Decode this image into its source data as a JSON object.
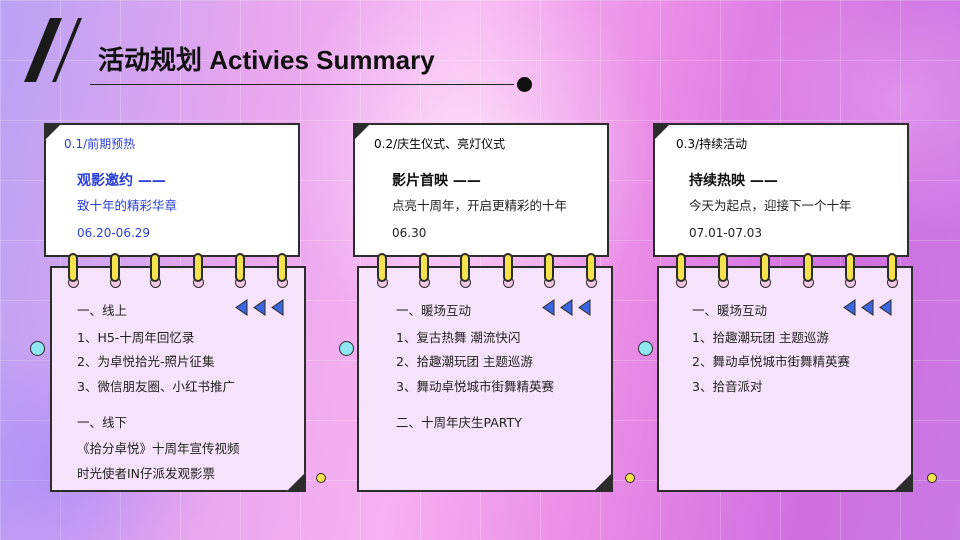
{
  "title": "活动规划 Activies Summary",
  "cards": [
    {
      "tag": "0.1/前期预热",
      "heading": "观影邀约 ——",
      "subtitle": "致十年的精彩华章",
      "date": "06.20-06.29",
      "lines": [
        "一、线上",
        "1、H5-十周年回忆录",
        "2、为卓悦拾光-照片征集",
        "3、微信朋友圈、小红书推广",
        "一、线下",
        "《拾分卓悦》十周年宣传视频",
        "时光使者IN仔派发观影票"
      ]
    },
    {
      "tag": "0.2/庆生仪式、亮灯仪式",
      "heading": "影片首映 ——",
      "subtitle": "点亮十周年，开启更精彩的十年",
      "date": "06.30",
      "lines": [
        "一、暖场互动",
        "1、复古热舞 潮流快闪",
        "2、拾趣潮玩团 主题巡游",
        "3、舞动卓悦城市街舞精英赛",
        "二、十周年庆生PARTY"
      ]
    },
    {
      "tag": "0.3/持续活动",
      "heading": "持续热映 ——",
      "subtitle": "今天为起点，迎接下一个十年",
      "date": "07.01-07.03",
      "lines": [
        "一、暖场互动",
        "1、拾趣潮玩团 主题巡游",
        "2、舞动卓悦城市街舞精英赛",
        "3、拾音派对"
      ]
    }
  ],
  "colors": {
    "accent_blue": "#2a3fd6",
    "ring_yellow": "#f4e24e",
    "triangle_blue": "#3b66e0",
    "dot_cyan": "#8ee6f0"
  }
}
